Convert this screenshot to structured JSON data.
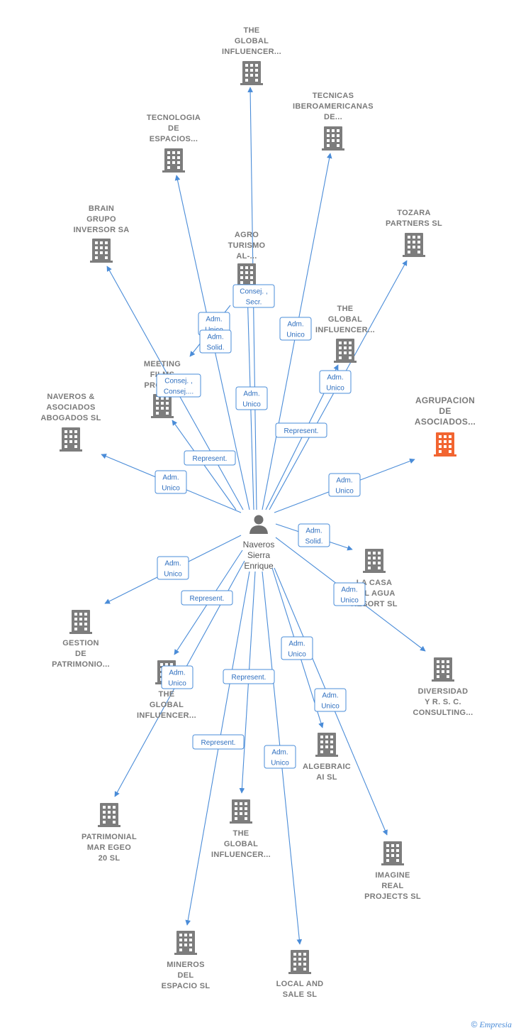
{
  "colors": {
    "edge": "#4a8cd8",
    "building": "#7d7d7d",
    "highlight": "#f26531",
    "label": "#7a7a7a"
  },
  "center": {
    "name_lines": [
      "Naveros",
      "Sierra",
      "Enrique"
    ],
    "icon": "person-icon"
  },
  "companies": [
    {
      "id": "global1",
      "lines": [
        "THE",
        "GLOBAL",
        "INFLUENCER..."
      ]
    },
    {
      "id": "tecnicas",
      "lines": [
        "TECNICAS",
        "IBEROAMERICANAS",
        "DE..."
      ]
    },
    {
      "id": "tecnologia",
      "lines": [
        "TECNOLOGIA",
        "DE",
        "ESPACIOS..."
      ]
    },
    {
      "id": "tozara",
      "lines": [
        "TOZARA",
        "PARTNERS  SL"
      ]
    },
    {
      "id": "brain",
      "lines": [
        "BRAIN",
        "GRUPO",
        "INVERSOR SA"
      ]
    },
    {
      "id": "agro",
      "lines": [
        "AGRO",
        "TURISMO",
        "AL-..."
      ]
    },
    {
      "id": "global2",
      "lines": [
        "THE",
        "GLOBAL",
        "INFLUENCER..."
      ]
    },
    {
      "id": "meeting",
      "lines": [
        "MEETING",
        "FILMS",
        "PRODU..."
      ]
    },
    {
      "id": "agrupacion",
      "lines": [
        "AGRUPACION",
        "DE",
        "ASOCIADOS..."
      ],
      "highlight": true
    },
    {
      "id": "naveros",
      "lines": [
        "NAVEROS &",
        "ASOCIADOS",
        "ABOGADOS  SL"
      ]
    },
    {
      "id": "lacasa",
      "lines": [
        "LA CASA",
        "DEL AGUA",
        "RESORT  SL"
      ]
    },
    {
      "id": "gestion",
      "lines": [
        "GESTION",
        "DE",
        "PATRIMONIO..."
      ]
    },
    {
      "id": "diversidad",
      "lines": [
        "DIVERSIDAD",
        "Y R.  S. C.",
        "CONSULTING..."
      ]
    },
    {
      "id": "global3",
      "lines": [
        "THE",
        "GLOBAL",
        "INFLUENCER..."
      ]
    },
    {
      "id": "algebraic",
      "lines": [
        "ALGEBRAIC",
        "AI  SL"
      ]
    },
    {
      "id": "patrimonial",
      "lines": [
        "PATRIMONIAL",
        "MAR EGEO",
        "20  SL"
      ]
    },
    {
      "id": "global4",
      "lines": [
        "THE",
        "GLOBAL",
        "INFLUENCER..."
      ]
    },
    {
      "id": "imagine",
      "lines": [
        "IMAGINE",
        "REAL",
        "PROJECTS  SL"
      ]
    },
    {
      "id": "mineros",
      "lines": [
        "MINEROS",
        "DEL",
        "ESPACIO  SL"
      ]
    },
    {
      "id": "local",
      "lines": [
        "LOCAL AND",
        "SALE SL"
      ]
    }
  ],
  "relations": [
    {
      "lines": [
        "Consej. ,",
        "Secr."
      ]
    },
    {
      "lines": [
        "Adm.",
        "Unico"
      ]
    },
    {
      "lines": [
        "Adm.",
        "Solid."
      ]
    },
    {
      "lines": [
        "Adm.",
        "Unico"
      ]
    },
    {
      "lines": [
        "Adm.",
        "Unico"
      ]
    },
    {
      "lines": [
        "Consej. ,",
        "Consej...."
      ]
    },
    {
      "lines": [
        "Adm.",
        "Unico"
      ]
    },
    {
      "lines": [
        "Represent."
      ]
    },
    {
      "lines": [
        "Represent."
      ]
    },
    {
      "lines": [
        "Adm.",
        "Unico"
      ]
    },
    {
      "lines": [
        "Adm.",
        "Unico"
      ]
    },
    {
      "lines": [
        "Adm.",
        "Solid."
      ]
    },
    {
      "lines": [
        "Adm.",
        "Unico"
      ]
    },
    {
      "lines": [
        "Represent."
      ]
    },
    {
      "lines": [
        "Adm.",
        "Unico"
      ]
    },
    {
      "lines": [
        "Adm.",
        "Unico"
      ]
    },
    {
      "lines": [
        "Adm.",
        "Unico"
      ]
    },
    {
      "lines": [
        "Represent."
      ]
    },
    {
      "lines": [
        "Adm.",
        "Unico"
      ]
    },
    {
      "lines": [
        "Represent."
      ]
    },
    {
      "lines": [
        "Adm.",
        "Unico"
      ]
    }
  ],
  "footer": {
    "copyright": "©",
    "brand": "Empresia"
  }
}
